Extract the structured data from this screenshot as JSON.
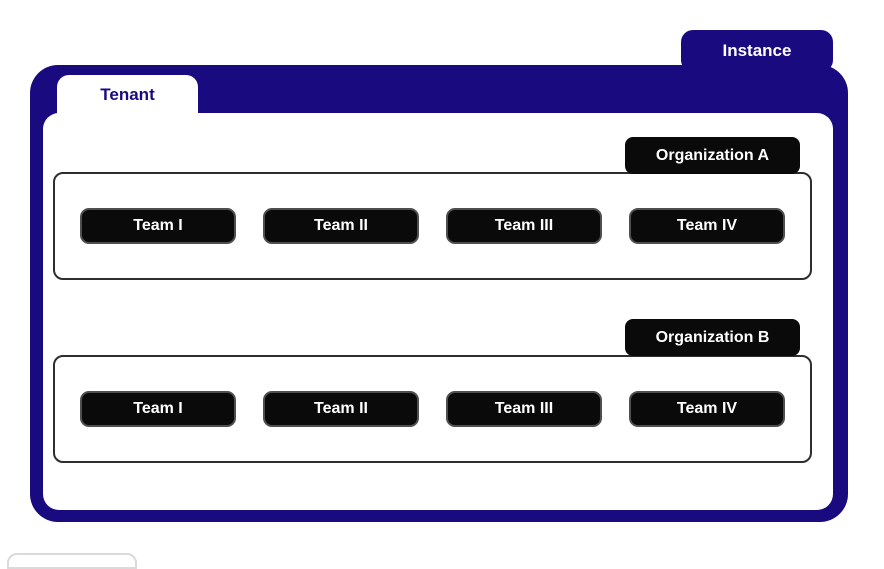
{
  "diagram": {
    "instance_label": "Instance",
    "tenant_label": "Tenant",
    "organizations": [
      {
        "label": "Organization A",
        "teams": [
          "Team I",
          "Team II",
          "Team III",
          "Team IV"
        ]
      },
      {
        "label": "Organization B",
        "teams": [
          "Team I",
          "Team II",
          "Team III",
          "Team IV"
        ]
      }
    ]
  },
  "colors": {
    "navy": "#1A0A80",
    "node_black": "#0a0a0a",
    "node_border": "#4f4f4f",
    "org_border": "#2e2e2e",
    "background": "#ffffff",
    "text_on_dark": "#ffffff",
    "tenant_text": "#1A0A80"
  }
}
